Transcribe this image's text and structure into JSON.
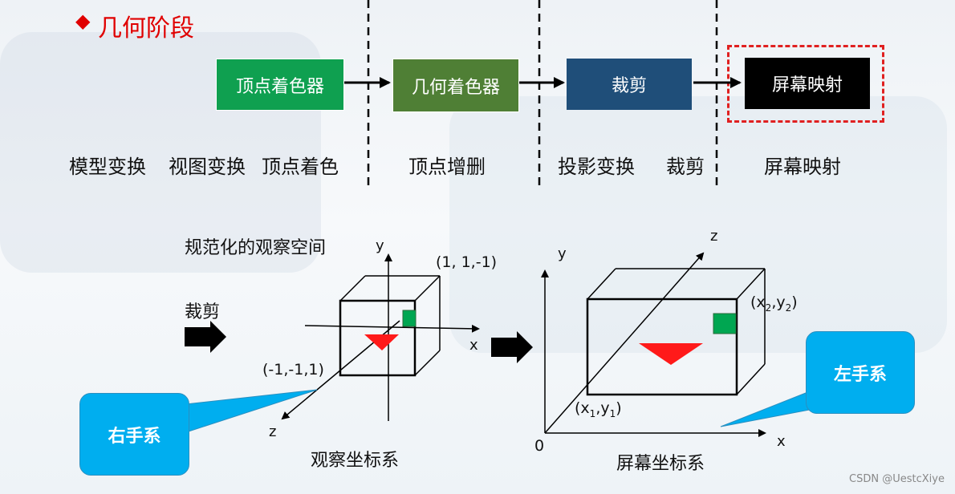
{
  "title": "几何阶段",
  "pipeline": {
    "boxes": [
      {
        "label": "顶点着色器",
        "color": "#0fa050"
      },
      {
        "label": "几何着色器",
        "color": "#4f7f35"
      },
      {
        "label": "裁剪",
        "color": "#1f4e79"
      },
      {
        "label": "屏幕映射",
        "color": "#000000"
      }
    ],
    "highlight_color": "#e02020",
    "captions": [
      "模型变换",
      "视图变换",
      "顶点着色",
      "顶点增删",
      "投影变换",
      "裁剪",
      "屏幕映射"
    ]
  },
  "left_diagram": {
    "title": "规范化的观察空间",
    "y_label": "y",
    "x_label": "x",
    "z_label": "z",
    "corner_max": "(1, 1,-1)",
    "corner_min": "(-1,-1,1)",
    "caption": "观察坐标系",
    "callout": "右手系"
  },
  "clip_label": "裁剪",
  "right_diagram": {
    "y_label": "y",
    "x_label": "x",
    "z_label": "z",
    "origin": "0",
    "p2": {
      "x": "x",
      "xsub": "2",
      "comma": ",",
      "y": "y",
      "ysub": "2"
    },
    "p1": {
      "x": "x",
      "xsub": "1",
      "comma": ",",
      "y": "y",
      "ysub": "1"
    },
    "caption": "屏幕坐标系",
    "callout": "左手系"
  },
  "watermark": "CSDN @UestcXiye",
  "colors": {
    "triangle": "#ff1a1a",
    "square": "#00a651",
    "title": "#e00000",
    "callout": "#00aeef"
  }
}
